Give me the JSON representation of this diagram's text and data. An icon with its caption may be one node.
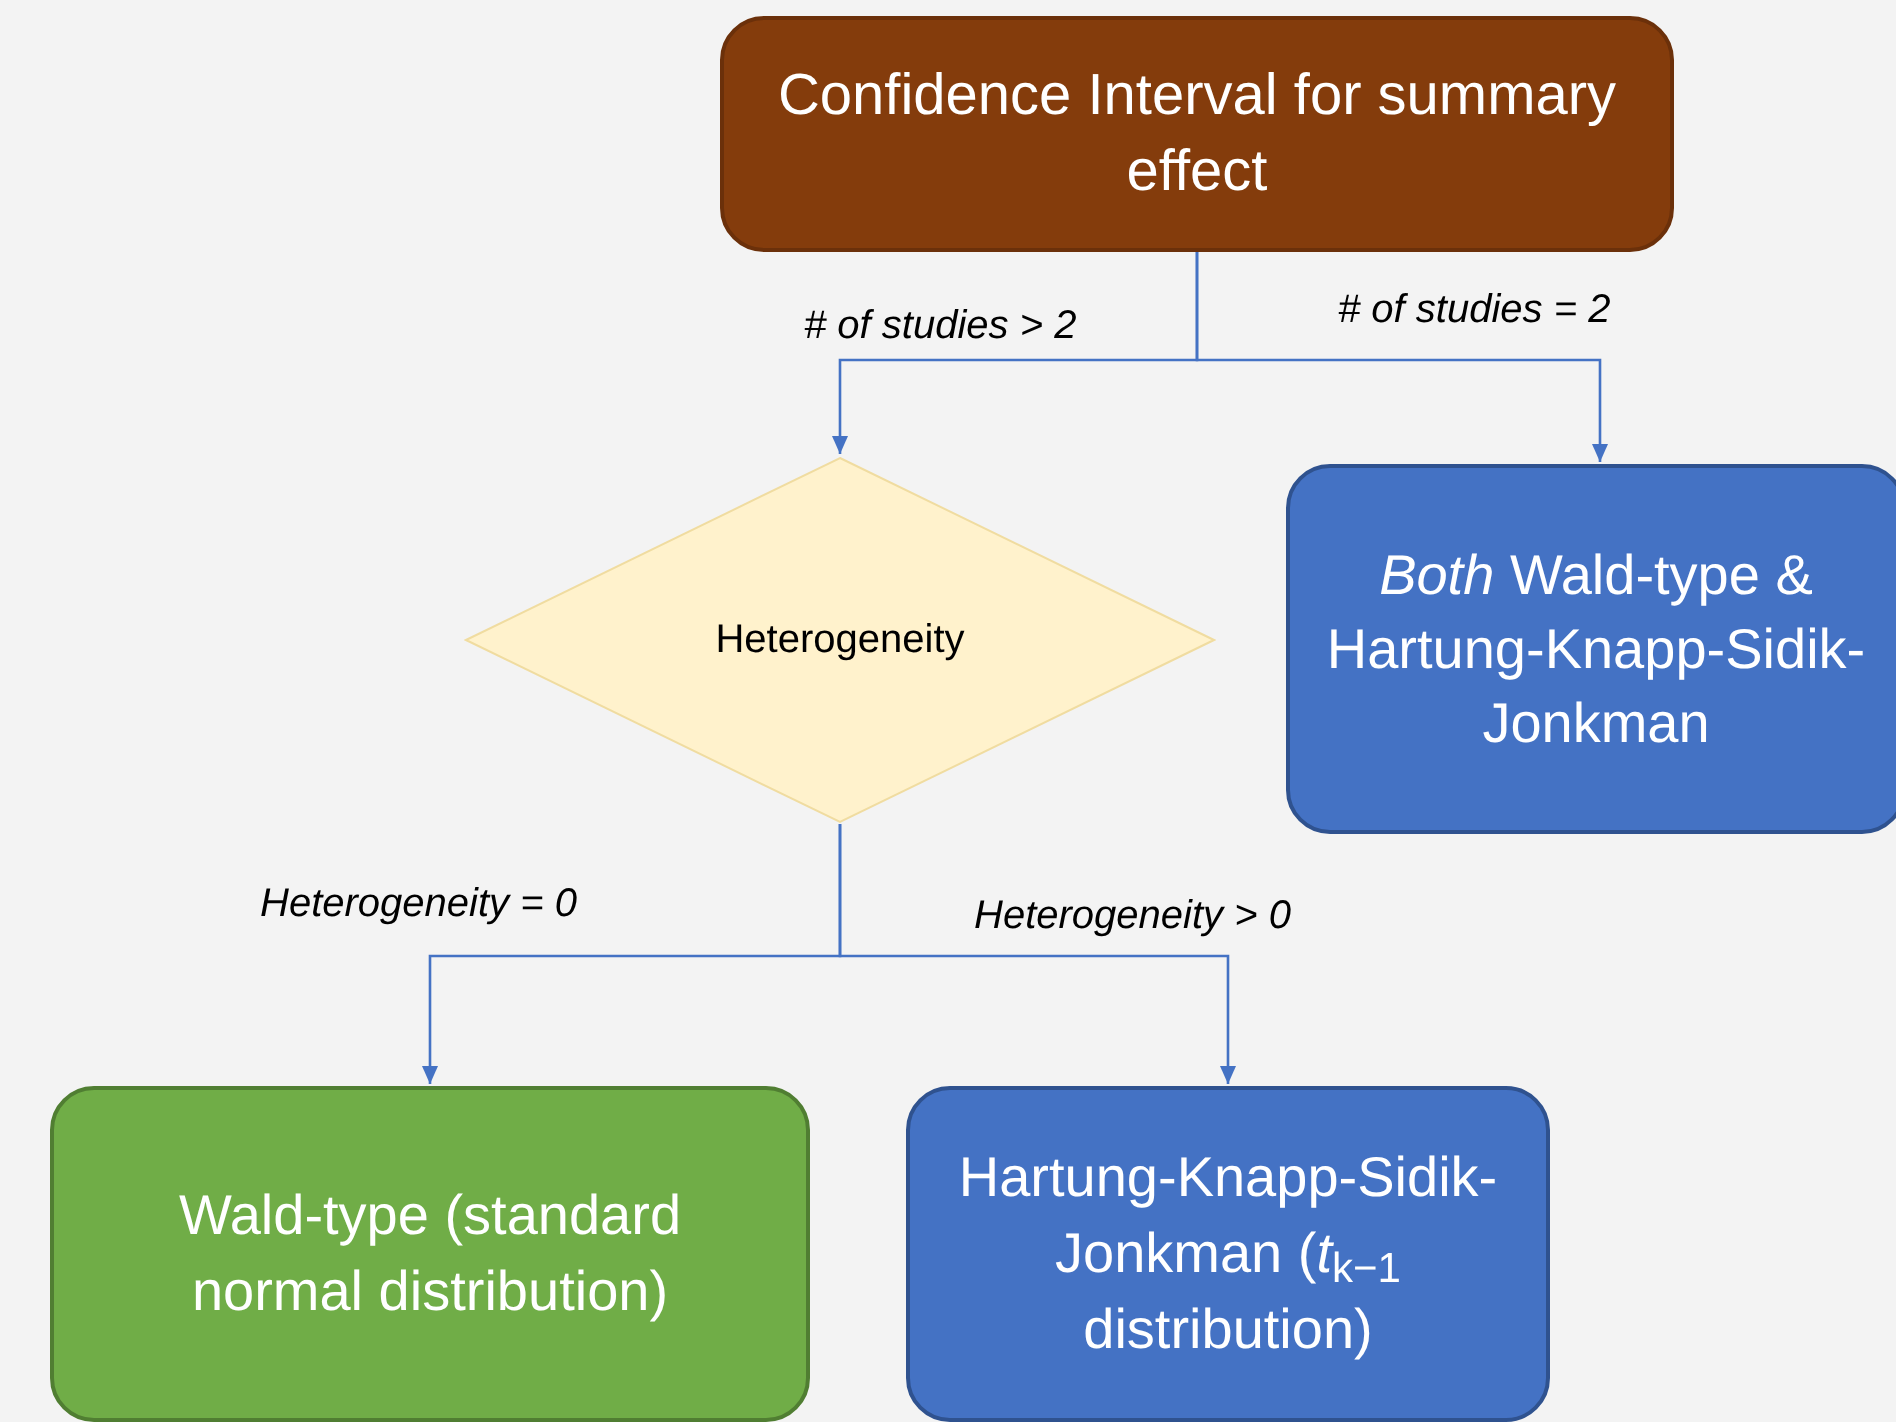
{
  "diagram": {
    "nodes": [
      {
        "text": [
          "Confidence Interval for summary effect"
        ]
      },
      {
        "text": [
          "Heterogeneity"
        ]
      },
      {
        "text": [
          "*Both* Wald-type & Hartung-Knapp-Sidik-Jonkman"
        ]
      },
      {
        "text": [
          "Wald-type (standard normal distribution)"
        ]
      },
      {
        "text": [
          "Hartung-Knapp-Sidik-Jonkman (*t*$_{k−1}$ distribution)"
        ]
      }
    ],
    "edges": [
      {
        "from": 0,
        "to": 1,
        "arrow": "to",
        "label": "# of studies > 2"
      },
      {
        "from": 0,
        "to": 2,
        "arrow": "to",
        "label": "# of studies = 2"
      },
      {
        "from": 1,
        "to": 3,
        "arrow": "to",
        "label": "Heterogeneity = 0"
      },
      {
        "from": 1,
        "to": 4,
        "arrow": "to",
        "label": "Heterogeneity > 0"
      }
    ]
  }
}
